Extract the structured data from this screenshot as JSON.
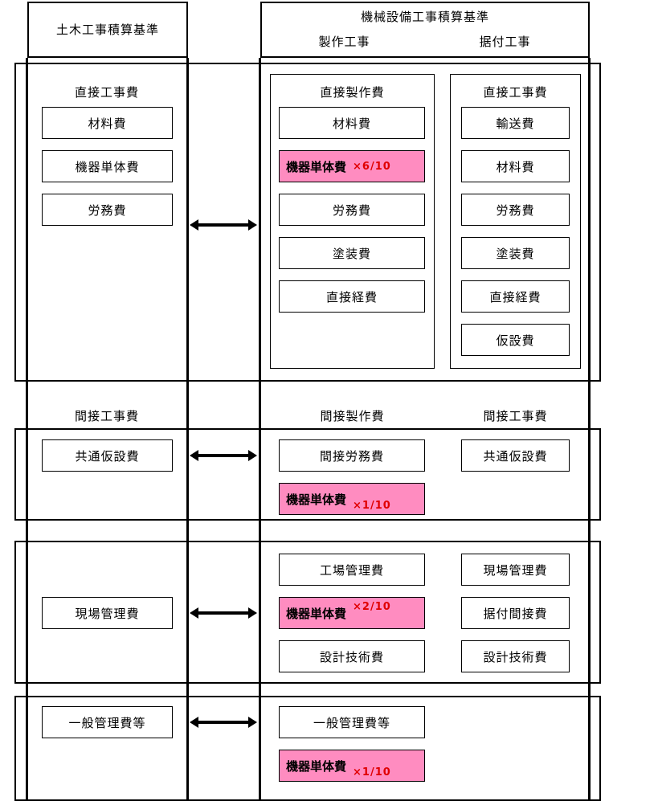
{
  "header": {
    "left_title": "土木工事積算基準",
    "right_title": "機械設備工事積算基準",
    "right_sub_left": "製作工事",
    "right_sub_right": "据付工事"
  },
  "sections": [
    {
      "id": "direct",
      "left": {
        "heading": "直接工事費",
        "items": [
          {
            "label": "材料費",
            "highlight": false
          },
          {
            "label": "機器単体費",
            "highlight": false
          },
          {
            "label": "労務費",
            "highlight": false
          }
        ]
      },
      "middle": {
        "heading": "直接製作費",
        "items": [
          {
            "label": "材料費",
            "highlight": false
          },
          {
            "label": "機器単体費",
            "highlight": true,
            "multiplier": "×6/10"
          },
          {
            "label": "労務費",
            "highlight": false
          },
          {
            "label": "塗装費",
            "highlight": false
          },
          {
            "label": "直接経費",
            "highlight": false
          }
        ]
      },
      "right": {
        "heading": "直接工事費",
        "items": [
          {
            "label": "輸送費",
            "highlight": false
          },
          {
            "label": "材料費",
            "highlight": false
          },
          {
            "label": "労務費",
            "highlight": false
          },
          {
            "label": "塗装費",
            "highlight": false
          },
          {
            "label": "直接経費",
            "highlight": false
          },
          {
            "label": "仮設費",
            "highlight": false
          }
        ]
      },
      "arrow": "double-headed-arrow"
    },
    {
      "id": "indirect",
      "headings": {
        "left": "間接工事費",
        "middle": "間接製作費",
        "right": "間接工事費"
      },
      "left": {
        "items": [
          {
            "label": "共通仮設費",
            "highlight": false
          }
        ]
      },
      "middle": {
        "items": [
          {
            "label": "間接労務費",
            "highlight": false
          },
          {
            "label": "機器単体費",
            "highlight": true,
            "multiplier": "×1/10"
          }
        ]
      },
      "right": {
        "items": [
          {
            "label": "共通仮設費",
            "highlight": false
          }
        ]
      },
      "arrow": "double-headed-arrow"
    },
    {
      "id": "site-management",
      "left": {
        "items": [
          {
            "label": "現場管理費",
            "highlight": false
          }
        ]
      },
      "middle": {
        "items": [
          {
            "label": "工場管理費",
            "highlight": false
          },
          {
            "label": "機器単体費",
            "highlight": true,
            "multiplier": "×2/10"
          },
          {
            "label": "設計技術費",
            "highlight": false
          }
        ]
      },
      "right": {
        "items": [
          {
            "label": "現場管理費",
            "highlight": false
          },
          {
            "label": "据付間接費",
            "highlight": false
          },
          {
            "label": "設計技術費",
            "highlight": false
          }
        ]
      },
      "arrow": "double-headed-arrow"
    },
    {
      "id": "general-admin",
      "left": {
        "items": [
          {
            "label": "一般管理費等",
            "highlight": false
          }
        ]
      },
      "middle": {
        "items": [
          {
            "label": "一般管理費等",
            "highlight": false
          },
          {
            "label": "機器単体費",
            "highlight": true,
            "multiplier": "×1/10"
          }
        ]
      },
      "right": {
        "items": []
      },
      "arrow": "double-headed-arrow"
    }
  ],
  "colors": {
    "highlight_fill": "#ff8cc0",
    "multiplier_text": "#e00000",
    "line": "#000000",
    "background": "#ffffff"
  }
}
